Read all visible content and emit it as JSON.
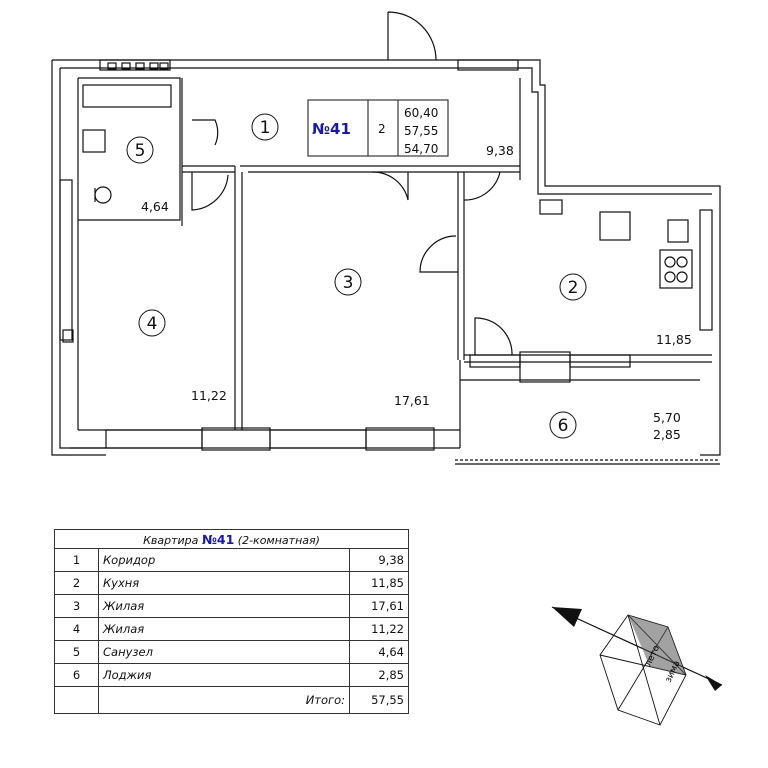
{
  "plan": {
    "badge": {
      "apt_number": "№41",
      "rooms_count": "2",
      "areas": [
        "60,40",
        "57,55",
        "54,70"
      ]
    },
    "rooms": [
      {
        "num": "1",
        "area": "9,38"
      },
      {
        "num": "2",
        "area": "11,85"
      },
      {
        "num": "3",
        "area": "17,61"
      },
      {
        "num": "4",
        "area": "11,22"
      },
      {
        "num": "5",
        "area": "4,64"
      },
      {
        "num": "6",
        "area_total": "5,70",
        "area_reduced": "2,85"
      }
    ]
  },
  "table": {
    "header_prefix": "Квартира",
    "header_number": "№41",
    "header_suffix": "(2-комнатная)",
    "rows": [
      {
        "num": "1",
        "name": "Коридор",
        "area": "9,38"
      },
      {
        "num": "2",
        "name": "Кухня",
        "area": "11,85"
      },
      {
        "num": "3",
        "name": "Жилая",
        "area": "17,61"
      },
      {
        "num": "4",
        "name": "Жилая",
        "area": "11,22"
      },
      {
        "num": "5",
        "name": "Санузел",
        "area": "4,64"
      },
      {
        "num": "6",
        "name": "Лоджия",
        "area": "2,85"
      }
    ],
    "total_label": "Итого:",
    "total_value": "57,55"
  },
  "compass": {
    "summer_label": "лето",
    "winter_label": "зима"
  }
}
